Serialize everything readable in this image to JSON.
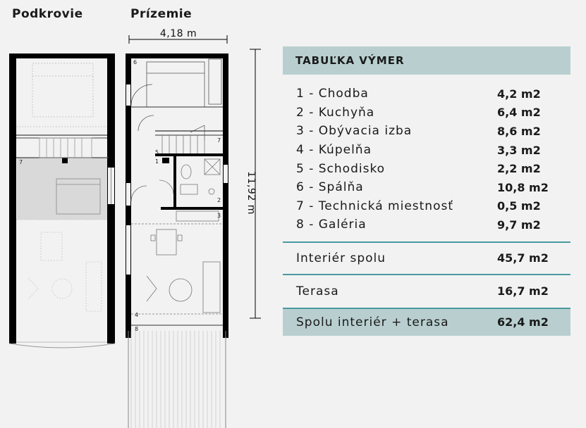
{
  "labels": {
    "attic": "Podkrovie",
    "ground": "Prízemie",
    "width": "4,18 m",
    "length": "11,92 m"
  },
  "room_numbers": {
    "attic_7": "7",
    "g6": "6",
    "g7": "7",
    "g5": "5",
    "g1": "1",
    "g2": "2",
    "g3": "3",
    "g4": "4",
    "g8": "8"
  },
  "table": {
    "title": "TABUĽKA VÝMER",
    "rows": [
      {
        "label": "1 - Chodba",
        "value": "4,2 m2"
      },
      {
        "label": "2 - Kuchyňa",
        "value": "6,4 m2"
      },
      {
        "label": "3 - Obývacia izba",
        "value": "8,6 m2"
      },
      {
        "label": "4 - Kúpelňa",
        "value": "3,3 m2"
      },
      {
        "label": "5 - Schodisko",
        "value": "2,2 m2"
      },
      {
        "label": "6 - Spálňa",
        "value": "10,8 m2"
      },
      {
        "label": "7 - Technická miestnosť",
        "value": "0,5 m2"
      },
      {
        "label": "8 - Galéria",
        "value": "9,7 m2"
      }
    ],
    "interior": {
      "label": "Interiér spolu",
      "value": "45,7 m2"
    },
    "terrace": {
      "label": "Terasa",
      "value": "16,7 m2"
    },
    "total": {
      "label": "Spolu interiér + terasa",
      "value": "62,4 m2"
    }
  },
  "colors": {
    "header_bg": "#b9cfcf",
    "accent_line": "#4a9aa0",
    "wall": "#000000",
    "gallery_fill": "#d9d9d9"
  }
}
